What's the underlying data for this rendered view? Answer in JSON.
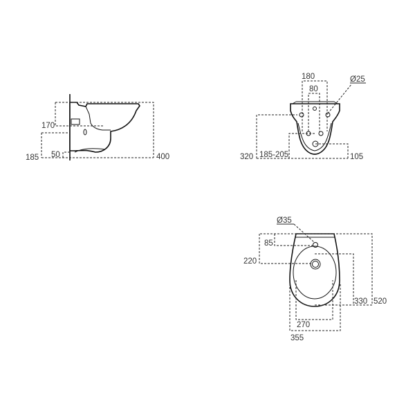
{
  "side_view": {
    "dim_170": "170",
    "dim_185": "185",
    "dim_50": "50",
    "dim_400": "400"
  },
  "front_view": {
    "dim_180": "180",
    "dim_80": "80",
    "dim_diameter_25": "Ø25",
    "dim_320": "320",
    "dim_185_205": "185-205",
    "dim_105": "105"
  },
  "top_view": {
    "dim_diameter_35": "Ø35",
    "dim_85": "85",
    "dim_220": "220",
    "dim_330": "330",
    "dim_520": "520",
    "dim_270": "270",
    "dim_355": "355"
  }
}
